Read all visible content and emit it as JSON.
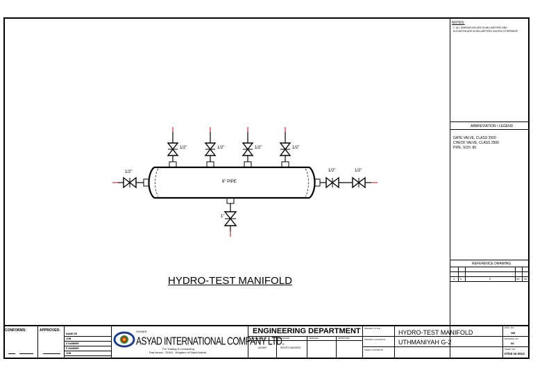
{
  "drawing": {
    "title": "HYDRO-TEST MANIFOLD",
    "pipe_label": "6\" PIPE",
    "top_valve_label": "1/2\"",
    "left_valve_label": "1/2\"",
    "right_valve_label_1": "1/2\"",
    "right_valve_label_2": "1/2\"",
    "bottom_valve_label": "1\""
  },
  "notes": {
    "heading": "NOTES:",
    "text_line_1": "1. ALL DIMENSIONS ARE IN MILLIMETERS AND",
    "text_line_2": "ELEVATION ARE IN MILLIMETERS UNLESS OTHERWISE"
  },
  "legend": {
    "heading": "ABBREVIATION / LEGEND",
    "items": [
      "GATE VALVE, CLASS 2500",
      "CHECK VALVE, CLASS 2500",
      "PIPE, SCH. 80"
    ]
  },
  "reference": {
    "heading": "REFERENCE DRAWING",
    "row": [
      "1",
      "0",
      "0",
      "09",
      "00"
    ]
  },
  "title_block": {
    "conforms": "CONFORMS:",
    "approved": "APPROVED:",
    "small_rows": [
      "NAME DE",
      "JOB",
      "S NUMBER",
      "P NUMBER",
      "JOB"
    ],
    "owner_label": "OWNER:",
    "company": "ASYAD INTERNATIONAL COMPANY LTD.",
    "company_sub1": "For Trading & Contracting",
    "company_sub2": "Ras tanura - 31941 - Kingdom of Saudi Arabia",
    "dept": "ENGINEERING DEPARTMENT",
    "dept_cols": [
      "CALCULATED BY",
      "REVIEWED",
      "VERIFIED",
      "APPROVED"
    ],
    "dept_vals": [
      "AZHAR",
      "ROHITO BASORO",
      "",
      ""
    ],
    "project_title_label": "PROJECT TITLE",
    "project_location_label": "PROJECT LOCATION",
    "project_contents_label": "SHEET CONTENTS",
    "project_title": "HYDRO-TEST MANIFOLD",
    "project_location": "UTHMANIYAH G-2",
    "dwg_no_label": "DWG. NO.",
    "dwg_no": "HM",
    "drawing_no_label": "DRAWING NO.",
    "drawing_no": "08",
    "sheet_label": "SHEET NO.",
    "sheet_no": "07/03 16 0013"
  }
}
